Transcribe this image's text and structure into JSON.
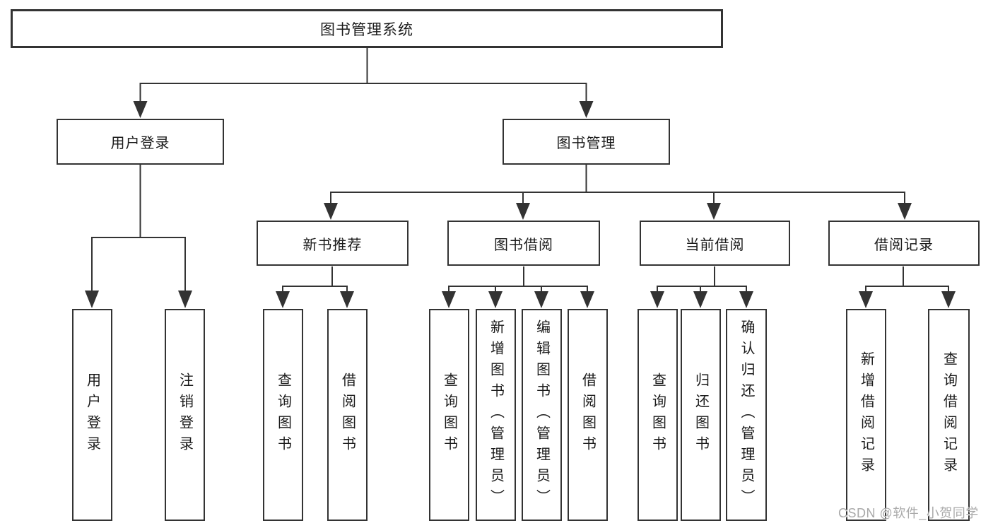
{
  "title": "图书管理系统",
  "tree": {
    "root": {
      "label": "图书管理系统",
      "children": [
        {
          "label": "用户登录",
          "children": [
            {
              "label": "用户登录"
            },
            {
              "label": "注销登录"
            }
          ]
        },
        {
          "label": "图书管理",
          "children": [
            {
              "label": "新书推荐",
              "children": [
                {
                  "label": "查询图书"
                },
                {
                  "label": "借阅图书"
                }
              ]
            },
            {
              "label": "图书借阅",
              "children": [
                {
                  "label": "查询图书"
                },
                {
                  "label": "新增图书（管理员）"
                },
                {
                  "label": "编辑图书（管理员）"
                },
                {
                  "label": "借阅图书"
                }
              ]
            },
            {
              "label": "当前借阅",
              "children": [
                {
                  "label": "查询图书"
                },
                {
                  "label": "归还图书"
                },
                {
                  "label": "确认归还（管理员）"
                }
              ]
            },
            {
              "label": "借阅记录",
              "children": [
                {
                  "label": "新增借阅记录"
                },
                {
                  "label": "查询借阅记录"
                }
              ]
            }
          ]
        }
      ]
    }
  },
  "watermark": "CSDN @软件_小贺同学",
  "colors": {
    "line": "#333333",
    "box_border": "#333333",
    "box_background": "#ffffff",
    "text": "#1a1a1a",
    "watermark_text": "#a9a9a9",
    "page_background": "#ffffff"
  }
}
